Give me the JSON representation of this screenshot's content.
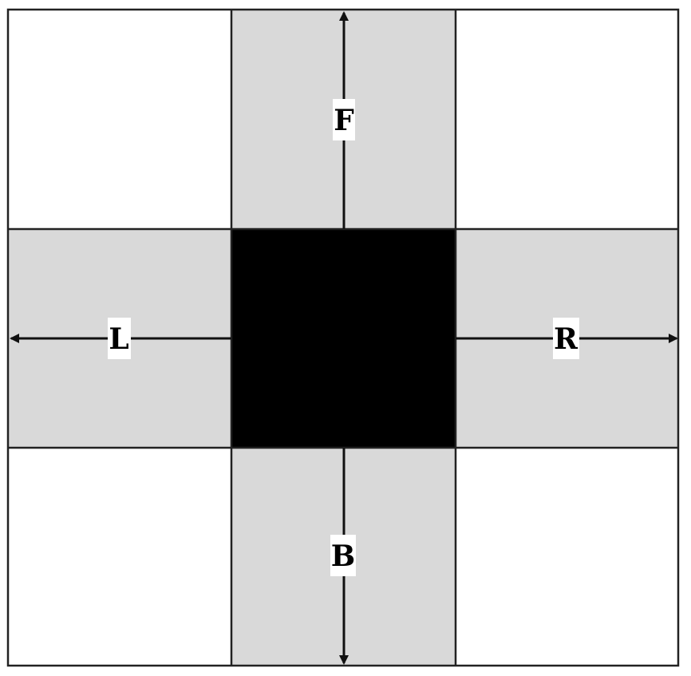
{
  "colors": {
    "background": "#ffffff",
    "shaded": "#d9d9d9",
    "center": "#000000",
    "border": "#222222",
    "arrow": "#111111"
  },
  "labels": {
    "forward": "F",
    "left": "L",
    "right": "R",
    "back": "B"
  }
}
